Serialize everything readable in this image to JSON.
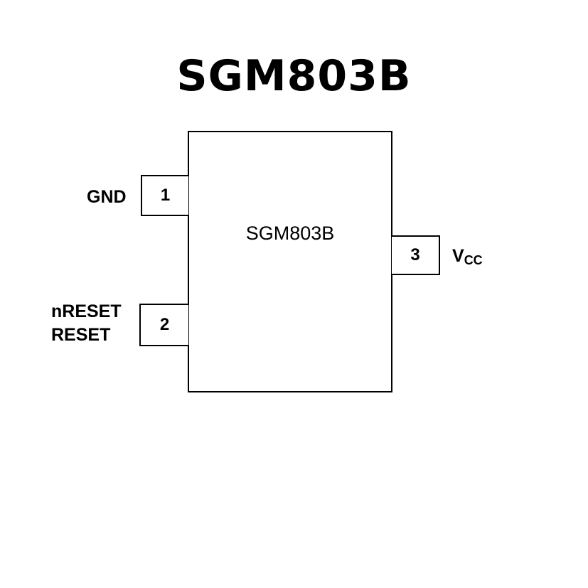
{
  "title": "SGM803B",
  "chip": {
    "label": "SGM803B"
  },
  "pins": [
    {
      "number": "1",
      "signal": "GND",
      "side": "left"
    },
    {
      "number": "2",
      "signal_lines": [
        "nRESET",
        "RESET"
      ],
      "side": "left"
    },
    {
      "number": "3",
      "signal": "V",
      "signal_subscript": "CC",
      "side": "right"
    }
  ]
}
